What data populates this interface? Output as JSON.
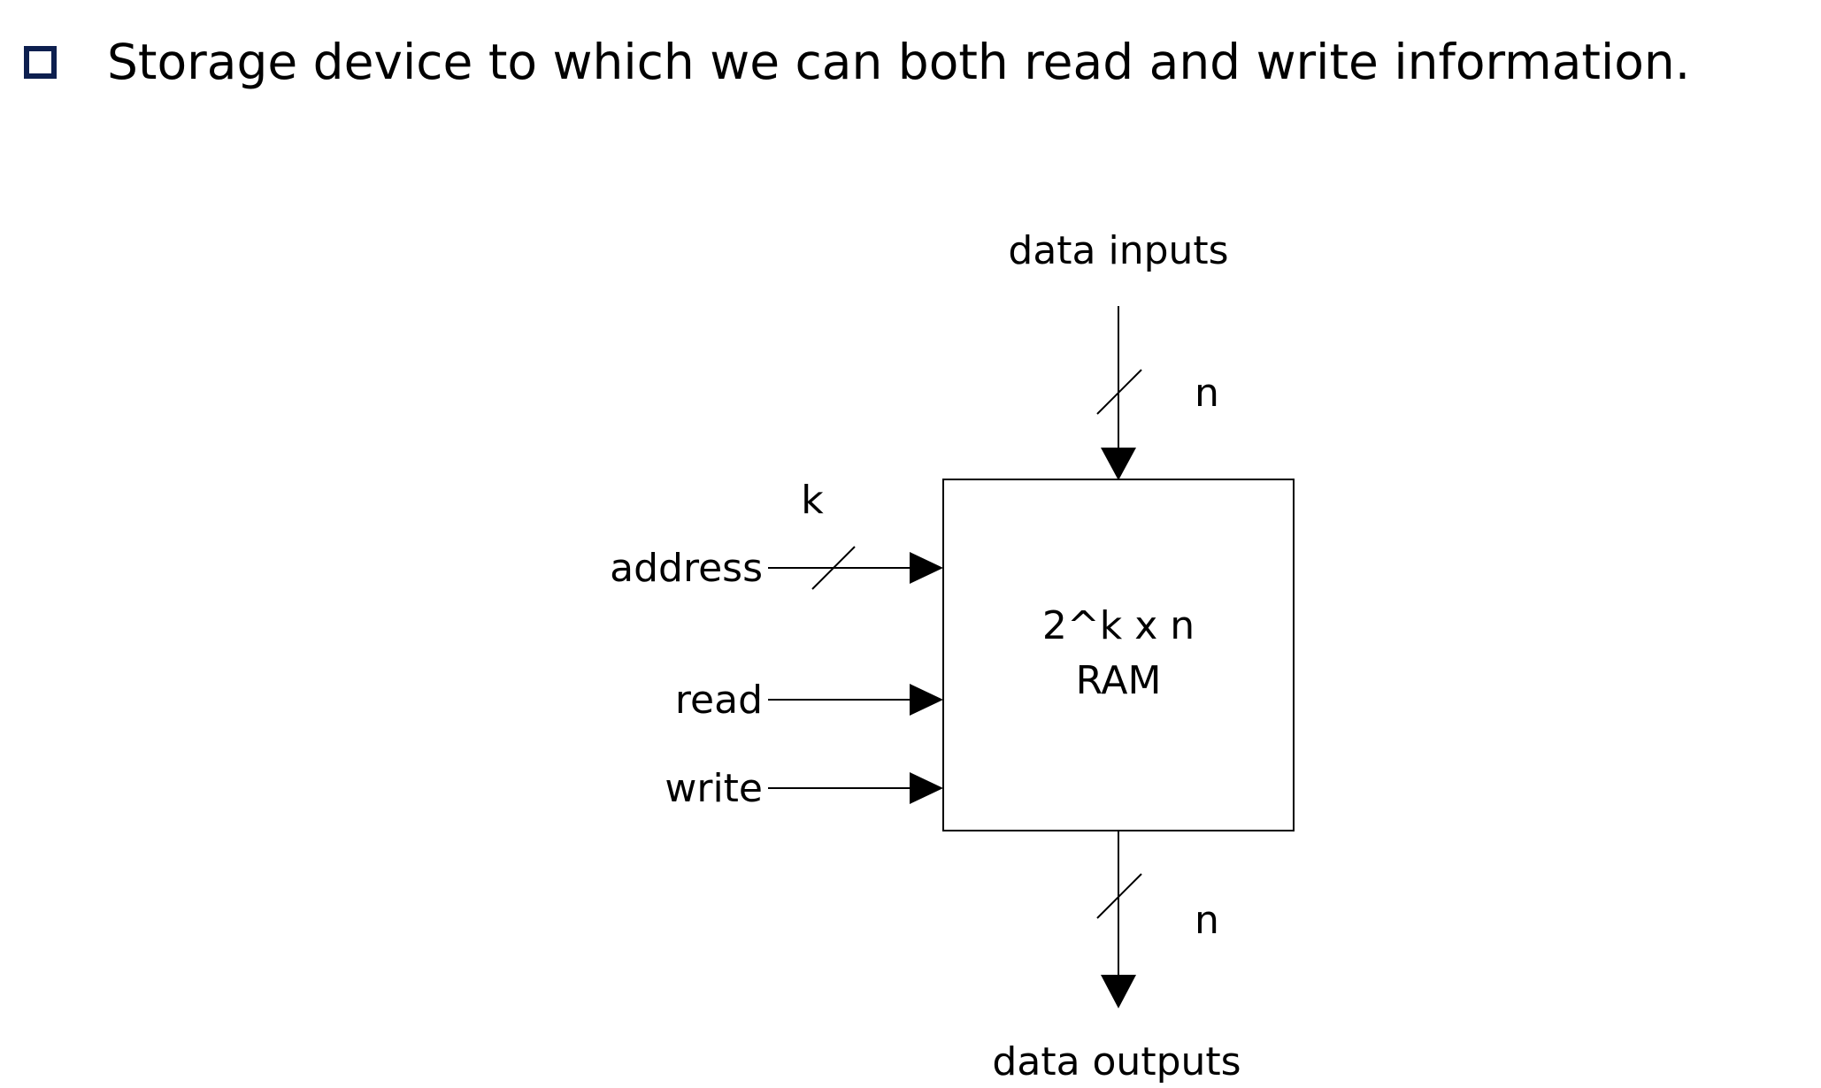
{
  "bullet": {
    "icon": "square-bullet-icon",
    "text": "Storage device to which we can both read and write information."
  },
  "diagram": {
    "block_line1": "2^k x n",
    "block_line2": "RAM",
    "inputs_label": "data inputs",
    "outputs_label": "data outputs",
    "inputs_width": "n",
    "outputs_width": "n",
    "address_label": "address",
    "address_width": "k",
    "read_label": "read",
    "write_label": "write"
  },
  "colors": {
    "bullet": "#0d1f4f",
    "lines": "#000000"
  }
}
